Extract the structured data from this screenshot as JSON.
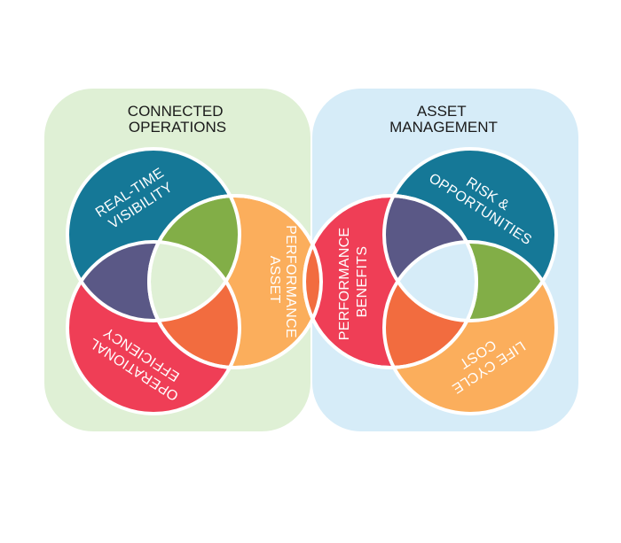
{
  "colors": {
    "left_panel": "#dff0d5",
    "right_panel": "#d6ecf8",
    "teal": "#157897",
    "red": "#ef3e56",
    "orange_light": "#fbae5c",
    "orange_dark": "#f26c3f",
    "green": "#82ae47",
    "purple": "#5a5886",
    "stroke": "#ffffff"
  },
  "panels": [
    {
      "id": "connected-operations",
      "title_lines": [
        "CONNECTED",
        "OPERATIONS"
      ],
      "circles": [
        {
          "id": "real-time-visibility",
          "lines": [
            "REAL-TIME",
            "VISIBILITY"
          ],
          "color": "teal"
        },
        {
          "id": "operational-efficiency",
          "lines": [
            "OPERATIONAL",
            "EFFICIENCY"
          ],
          "color": "red"
        },
        {
          "id": "asset-performance",
          "lines": [
            "ASSET",
            "PERFORMANCE"
          ],
          "color": "orange_light"
        }
      ]
    },
    {
      "id": "asset-management",
      "title_lines": [
        "ASSET",
        "MANAGEMENT"
      ],
      "circles": [
        {
          "id": "risk-opportunities",
          "lines": [
            "RISK &",
            "OPPORTUNITIES"
          ],
          "color": "teal"
        },
        {
          "id": "life-cycle-cost",
          "lines": [
            "LIFE CYCLE",
            "COST"
          ],
          "color": "orange_light"
        },
        {
          "id": "performance-benefits",
          "lines": [
            "PERFORMANCE",
            "BENEFITS"
          ],
          "color": "red"
        }
      ]
    }
  ]
}
